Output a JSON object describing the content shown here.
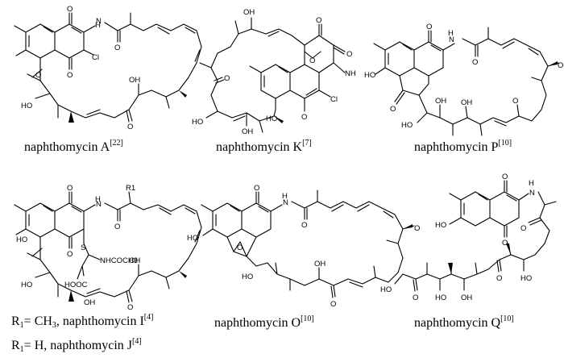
{
  "compounds": [
    {
      "name": "naphthomycin A",
      "ref": "[22]"
    },
    {
      "name": "naphthomycin K",
      "ref": "[7]"
    },
    {
      "name": "naphthomycin P",
      "ref": "[10]"
    },
    {
      "name": "naphthomycin O",
      "ref": "[10]"
    },
    {
      "name": "naphthomycin Q",
      "ref": "[10]"
    }
  ],
  "variant_I": {
    "r_symbol": "R",
    "r_sub": "1",
    "r_value": "= CH",
    "r_value_sub": "3",
    "name": ", naphthomycin I",
    "ref": "[4]"
  },
  "variant_J": {
    "r_symbol": "R",
    "r_sub": "1",
    "r_value": "= H, naphthomycin J",
    "ref": "[4]"
  },
  "atoms": {
    "O": "O",
    "H": "H",
    "N": "N",
    "Cl": "Cl",
    "S": "S",
    "R1": "R1",
    "OH": "OH",
    "HO": "HO",
    "NH": "NH",
    "NHCOCH3": "NHCOCH3",
    "HOOC": "HOOC"
  }
}
